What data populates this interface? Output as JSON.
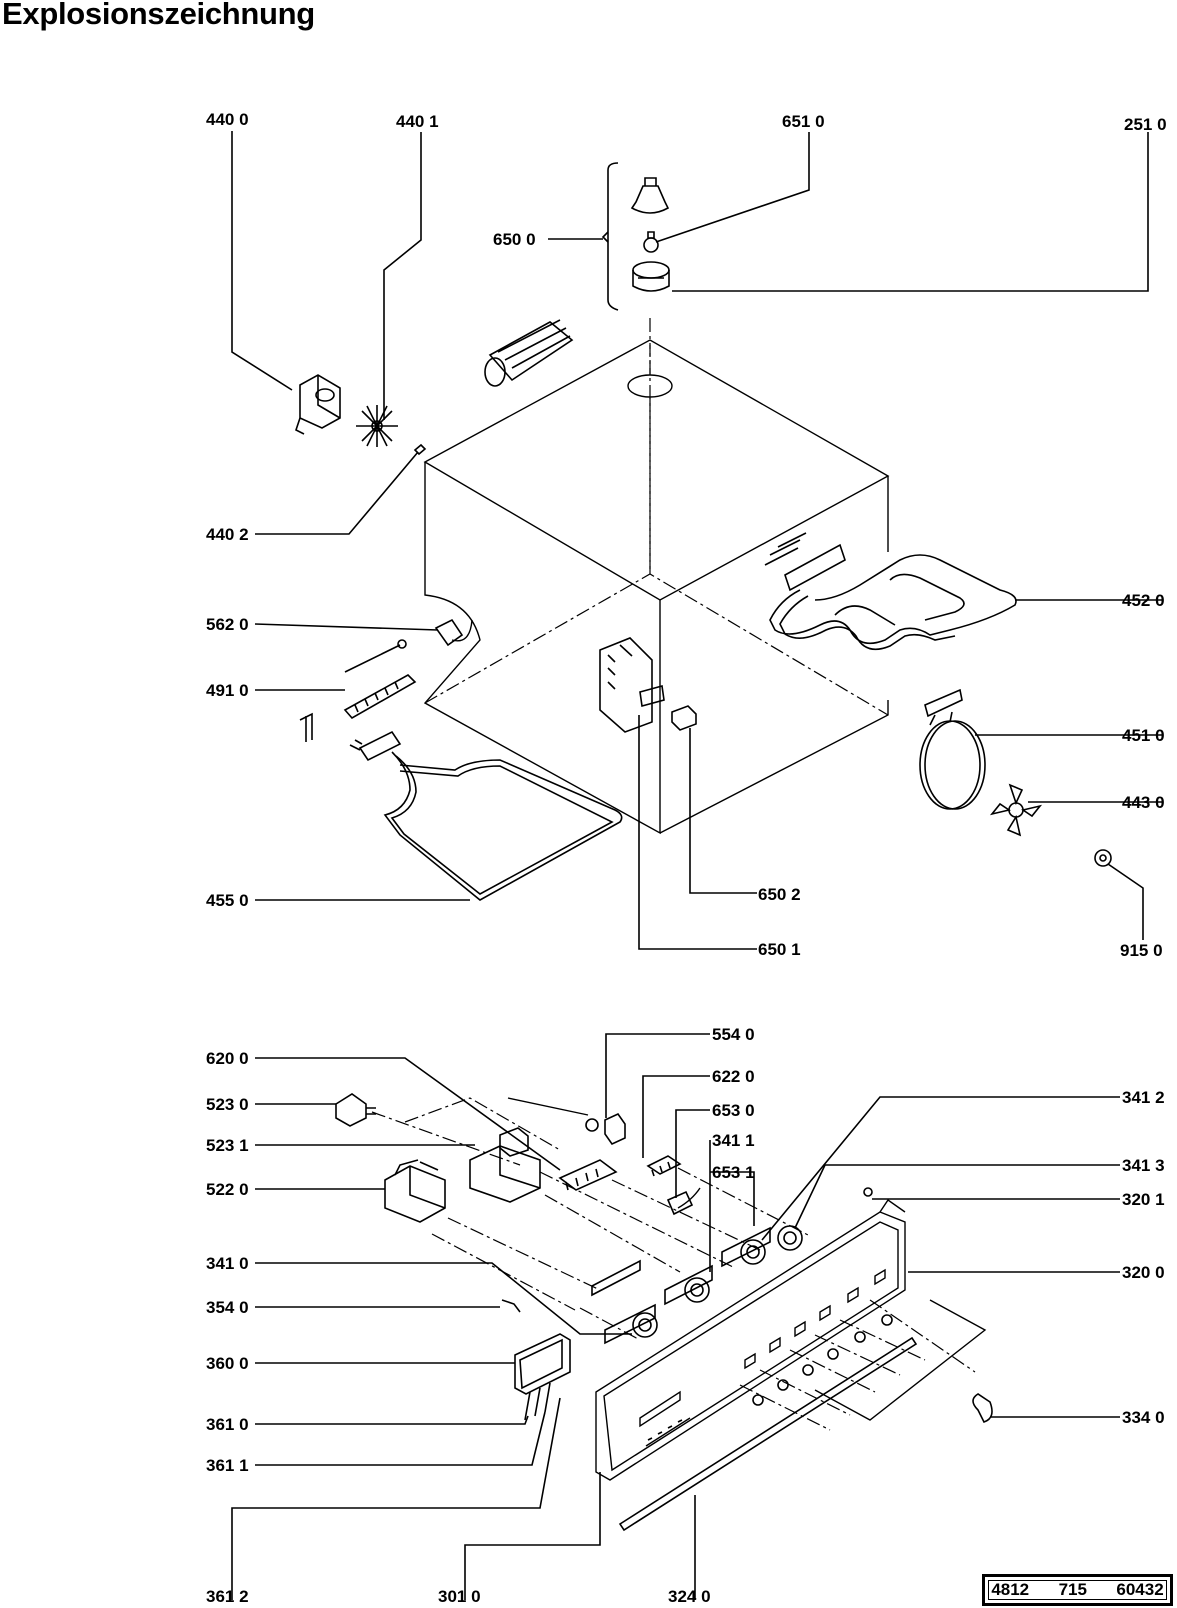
{
  "title": "Explosionszeichnung",
  "document_number": "4812  715  60432",
  "labels": [
    "440 0",
    "440 1",
    "651 0",
    "251 0",
    "650 0",
    "440 2",
    "562 0",
    "491 0",
    "452 0",
    "451 0",
    "443 0",
    "455 0",
    "650 2",
    "650 1",
    "915 0",
    "554 0",
    "620 0",
    "622 0",
    "523 0",
    "653 0",
    "341 2",
    "523 1",
    "341 1",
    "341 3",
    "653 1",
    "522 0",
    "320 1",
    "341 0",
    "320 0",
    "354 0",
    "360 0",
    "334 0",
    "361 0",
    "361 1",
    "361 2",
    "301 0",
    "324 0"
  ]
}
